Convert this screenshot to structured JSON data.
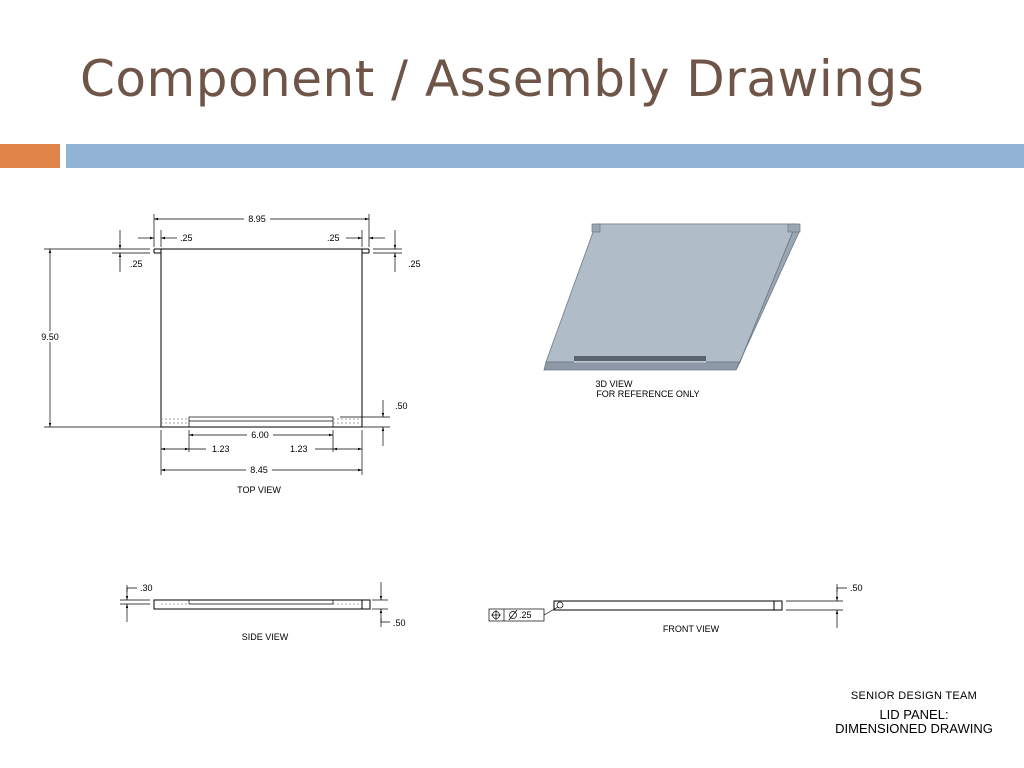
{
  "slide": {
    "title": "Component / Assembly Drawings",
    "colors": {
      "title": "#6f5548",
      "accent_orange": "#e0844a",
      "accent_blue": "#92b5d6",
      "model_gray": "#b0bcc8"
    }
  },
  "top_view": {
    "caption": "TOP VIEW",
    "dims": {
      "overall_top": "8.95",
      "tab_left": ".25",
      "tab_right": ".25",
      "tab_depth_left": ".25",
      "tab_depth_right": ".25",
      "height": "9.50",
      "slot_depth": ".50",
      "slot_length": "6.00",
      "offset_left": "1.23",
      "offset_right": "1.23",
      "overall_bottom": "8.45"
    }
  },
  "iso_view": {
    "caption_line1": "3D VIEW",
    "caption_line2": "FOR REFERENCE ONLY"
  },
  "side_view": {
    "caption": "SIDE VIEW",
    "dims": {
      "lip": ".30",
      "thickness": ".50"
    }
  },
  "front_view": {
    "caption": "FRONT VIEW",
    "dims": {
      "thickness": ".50",
      "hole_callout": ".25"
    },
    "callout_symbols": [
      "position-icon",
      "diameter-icon"
    ]
  },
  "title_block": {
    "team": "SENIOR DESIGN TEAM",
    "part_line1": "LID PANEL:",
    "part_line2": "DIMENSIONED DRAWING"
  }
}
